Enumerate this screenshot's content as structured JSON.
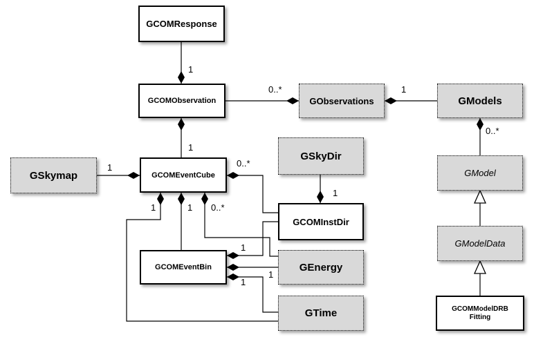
{
  "classes": {
    "gcom_response": "GCOMResponse",
    "gcom_observation": "GCOMObservation",
    "gobservations": "GObservations",
    "gmodels": "GModels",
    "gskymap": "GSkymap",
    "gcom_event_cube": "GCOMEventCube",
    "gskydir": "GSkyDir",
    "gmodel": "GModel",
    "gcom_instdir": "GCOMInstDir",
    "gmodeldata": "GModelData",
    "gcom_eventbin": "GCOMEventBin",
    "genergy": "GEnergy",
    "gtime": "GTime",
    "gcom_modeldrb_line1": "GCOMModelDRB",
    "gcom_modeldrb_line2": "Fitting"
  },
  "multiplicities": {
    "response_observation": "1",
    "observation_observations": "0..*",
    "observations_models": "1",
    "models_model": "0..*",
    "observation_eventcube": "1",
    "skymap_eventcube": "1",
    "eventcube_instdir": "0..*",
    "eventcube_energy_a": "1",
    "eventcube_bin": "1",
    "eventcube_energy_b": "0..*",
    "skydir_instdir": "1",
    "eventbin_instdir": "1",
    "eventbin_energy": "1",
    "eventbin_time": "1"
  },
  "colors": {
    "line": "#000000",
    "solid_box_fill": "#ffffff",
    "dashed_box_fill": "#d9d9d9"
  }
}
